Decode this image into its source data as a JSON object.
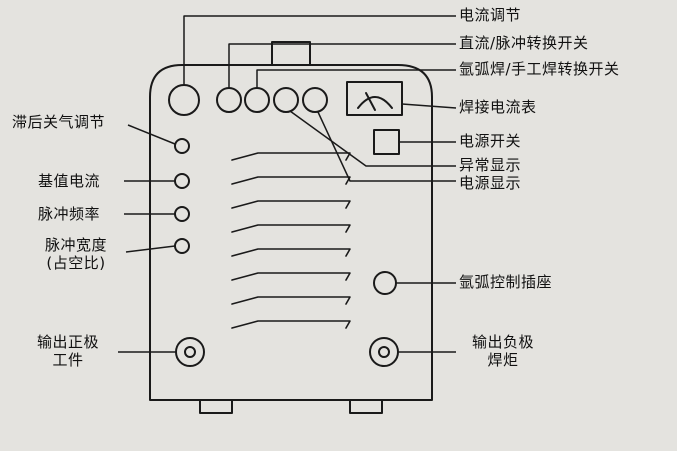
{
  "diagram": {
    "background": "#e4e3df",
    "ink": "#1a1a1a",
    "labels": {
      "current_adjust": "电流调节",
      "dc_pulse_switch": "直流/脉冲转换开关",
      "argon_manual_switch": "氩弧焊/手工焊转换开关",
      "welding_ammeter": "焊接电流表",
      "power_switch": "电源开关",
      "abnormal_display": "异常显示",
      "power_display": "电源显示",
      "argon_control_socket": "氩弧控制插座",
      "output_negative_line1": "输出负极",
      "output_negative_line2": "焊炬",
      "post_flow_gas": "滞后关气调节",
      "base_current": "基值电流",
      "pulse_frequency": "脉冲频率",
      "pulse_width_line1": "脉冲宽度",
      "pulse_width_line2": "(占空比)",
      "output_positive_line1": "输出正极",
      "output_positive_line2": "工件"
    }
  }
}
